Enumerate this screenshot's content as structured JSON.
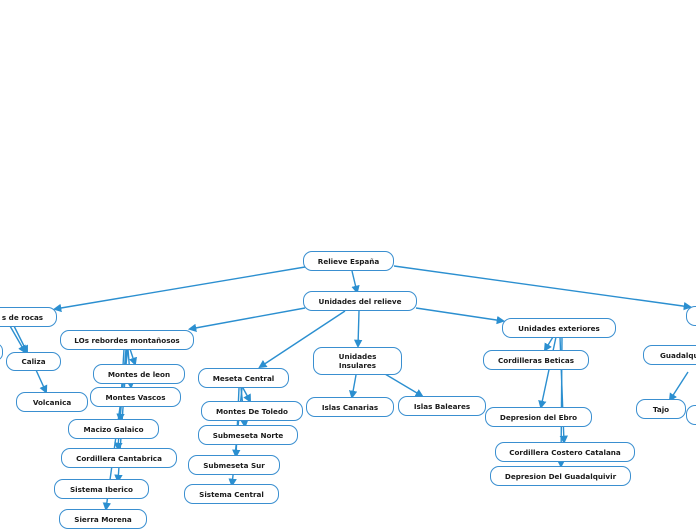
{
  "colors": {
    "edge": "#2b8fd0",
    "node_border": "#3a8fd0",
    "text": "#1a1a1a"
  },
  "nodes": {
    "root": "Relieve España",
    "unidades": "Unidades del relieve",
    "rocas": "s de rocas",
    "caliza": "Caliza",
    "volcanica": "Volcanica",
    "rebordes": "LOs rebordes montañosos",
    "montes_leon": "Montes de leon",
    "montes_vascos": "Montes Vascos",
    "macizo": "Macizo Galaico",
    "cantabrica": "Cordillera Cantabrica",
    "iberico": "Sistema Iberico",
    "morena": "Sierra Morena",
    "meseta": "Meseta Central",
    "toledo": "Montes De Toledo",
    "submeseta_norte": "Submeseta Norte",
    "submeseta_sur": "Submeseta Sur",
    "sistema_central": "Sistema Central",
    "insulares": "Unidades Insulares",
    "canarias": "Islas Canarias",
    "baleares": "Islas Baleares",
    "exteriores": "Unidades exteriores",
    "beticas": "Cordilleras Beticas",
    "ebro": "Depresion del Ebro",
    "costero": "Cordillera Costero Catalana",
    "guadalquivir": "Depresion Del Guadalquivir",
    "guadalq_r": "Guadalqu",
    "tajo": "Tajo"
  }
}
